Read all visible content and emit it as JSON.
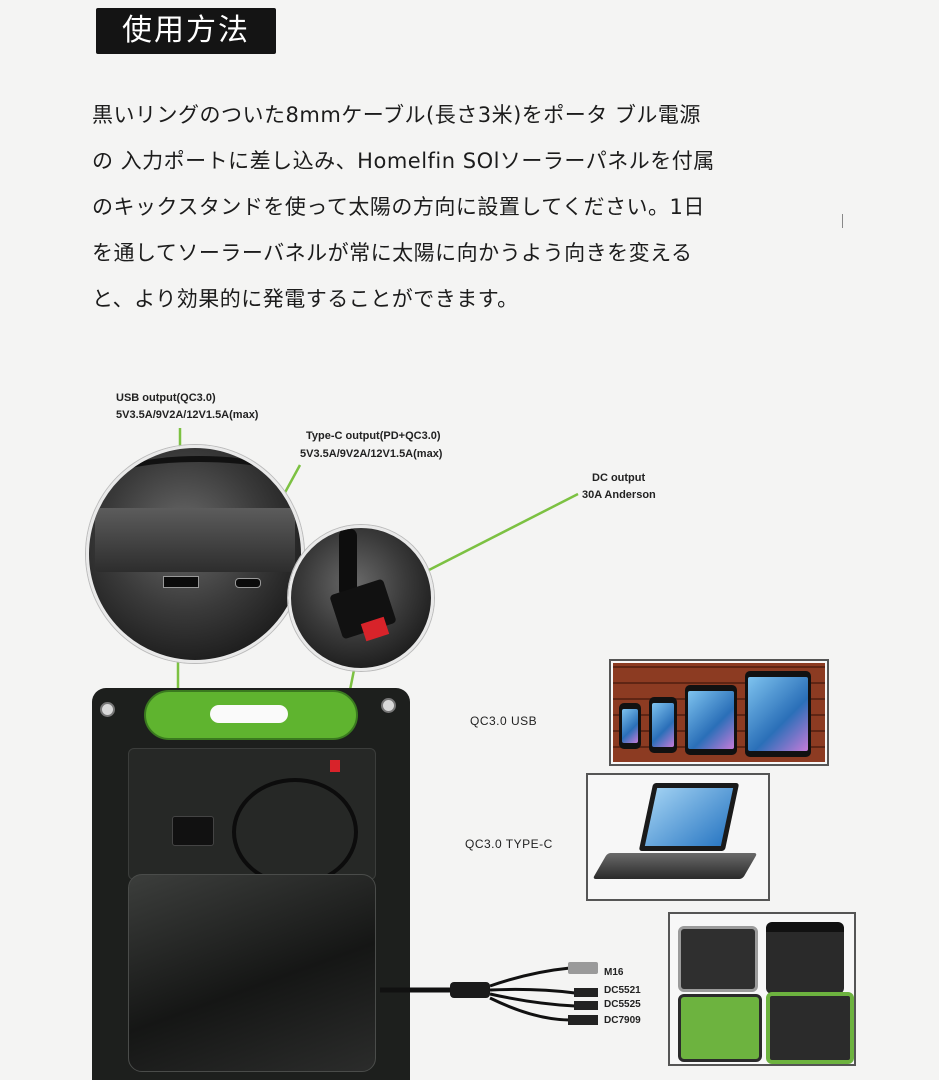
{
  "header": {
    "title": "使用方法"
  },
  "instructions": {
    "lines": [
      "黒いリングのついた8mmケーブル(長さ3米)をポータ ブル電源",
      "の 入力ポートに差し込み、Homelfin SOlソーラーパネルを付属",
      "のキックスタンドを使って太陽の方向に設置してください。1日",
      "を通してソーラーバネルが常に太陽に向かうよう向きを変える",
      "と、より効果的に発電することができます。"
    ]
  },
  "callouts": {
    "usb": {
      "title": "USB output(QC3.0)",
      "spec": "5V3.5A/9V2A/12V1.5A(max)"
    },
    "typec": {
      "title": "Type-C output(PD+QC3.0)",
      "spec": "5V3.5A/9V2A/12V1.5A(max)"
    },
    "dc": {
      "title": "DC output",
      "spec": "30A Anderson"
    }
  },
  "devices": {
    "usb_label": "QC3.0 USB",
    "typec_label": "QC3.0 TYPE-C"
  },
  "cable_tips": [
    "M16",
    "DC5521",
    "DC5525",
    "DC7909"
  ],
  "colors": {
    "accent_green": "#5fb42f",
    "title_bg": "#141414",
    "anderson_red": "#d8232a"
  }
}
